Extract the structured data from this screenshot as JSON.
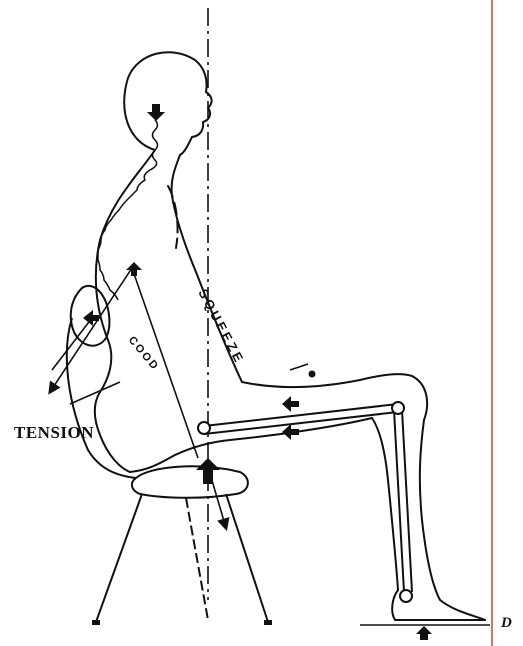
{
  "diagram": {
    "labels": {
      "tension": "TENSION",
      "squeeze": "SQUEEZE",
      "spine_text": "COOD",
      "corner_mark": "D"
    },
    "colors": {
      "ink": "#111111",
      "margin_line": "#e0443e",
      "paper": "#ffffff"
    }
  }
}
